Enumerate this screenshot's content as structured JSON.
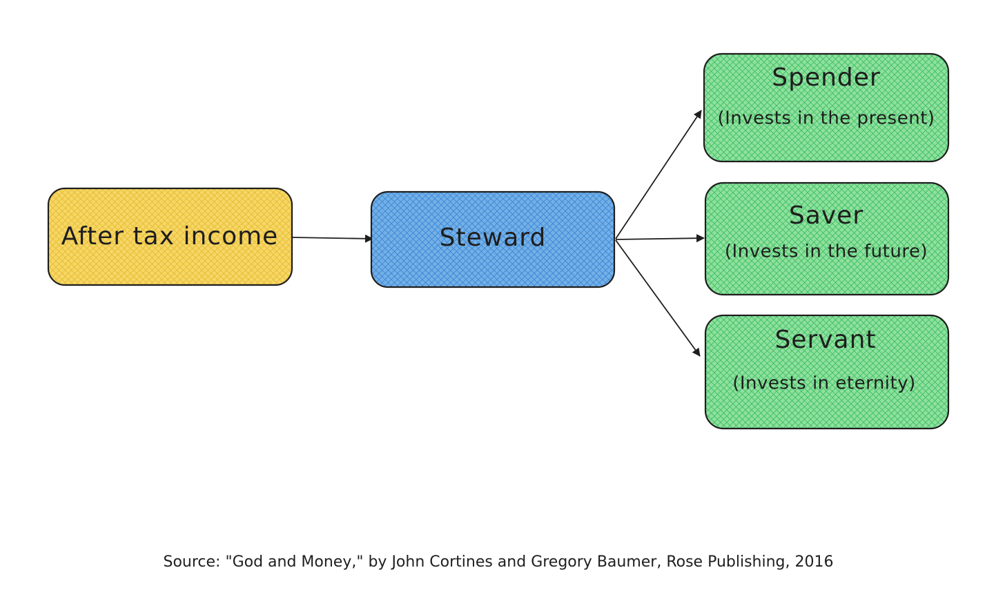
{
  "colors": {
    "income_fill": "#f5d766",
    "steward_fill": "#74b0e6",
    "category_fill": "#8fe0a0",
    "hatch_income": "#e8b930",
    "hatch_steward": "#3a86d6",
    "hatch_category": "#3cbf5c",
    "stroke": "#1e1e1e"
  },
  "nodes": {
    "income": {
      "title": "After tax income"
    },
    "steward": {
      "title": "Steward"
    },
    "spender": {
      "title": "Spender",
      "subtitle": "(Invests in the present)"
    },
    "saver": {
      "title": "Saver",
      "subtitle": "(Invests in the future)"
    },
    "servant": {
      "title": "Servant",
      "subtitle": "(Invests in eternity)"
    }
  },
  "edges": [
    {
      "from": "income",
      "to": "steward"
    },
    {
      "from": "steward",
      "to": "spender"
    },
    {
      "from": "steward",
      "to": "saver"
    },
    {
      "from": "steward",
      "to": "servant"
    }
  ],
  "source": "Source: \"God and Money,\" by John Cortines and Gregory Baumer, Rose Publishing, 2016"
}
